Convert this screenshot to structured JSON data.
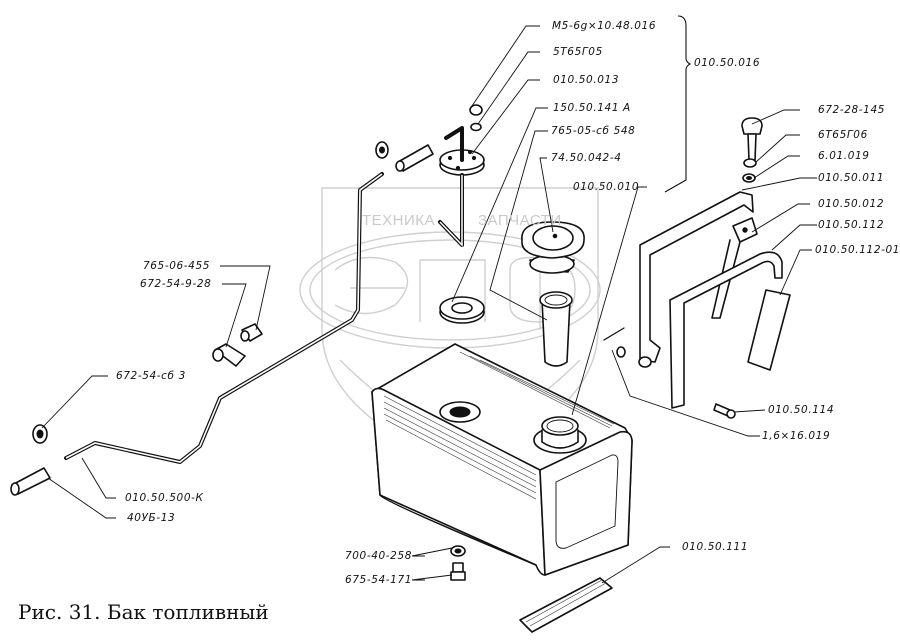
{
  "figure": {
    "caption": "Рис. 31. Бак топливный",
    "watermark": {
      "left_text": "ТЕХНИКА",
      "right_text": "ЗАПЧАСТИ",
      "logo_letters": "ЭПФ"
    }
  },
  "group_bracket": {
    "label": "010.50.016",
    "covers": [
      "M5-6g×10.48.016",
      "5Т65Г05",
      "010.50.013"
    ]
  },
  "callouts": [
    {
      "id": "c1",
      "part_number": "M5-6g×10.48.016",
      "part": "screw"
    },
    {
      "id": "c2",
      "part_number": "5Т65Г05",
      "part": "spring washer"
    },
    {
      "id": "c3",
      "part_number": "010.50.013",
      "part": "fuel intake tube flange"
    },
    {
      "id": "c4",
      "part_number": "150.50.141 А",
      "part": "gasket"
    },
    {
      "id": "c5",
      "part_number": "765-05-сб 548",
      "part": "filler neck"
    },
    {
      "id": "c6",
      "part_number": "74.50.042-4",
      "part": "filler cap"
    },
    {
      "id": "c7",
      "part_number": "010.50.010",
      "part": "fuel tank"
    },
    {
      "id": "c8",
      "part_number": "672-28-145",
      "part": "bolt"
    },
    {
      "id": "c9",
      "part_number": "6Т65Г06",
      "part": "spring washer"
    },
    {
      "id": "c10",
      "part_number": "6.01.019",
      "part": "washer"
    },
    {
      "id": "c11",
      "part_number": "010.50.011",
      "part": "tank strap"
    },
    {
      "id": "c12",
      "part_number": "010.50.012",
      "part": "strap bracket"
    },
    {
      "id": "c13",
      "part_number": "010.50.112",
      "part": "strap"
    },
    {
      "id": "c14",
      "part_number": "010.50.112-01",
      "part": "strap pad"
    },
    {
      "id": "c15",
      "part_number": "010.50.114",
      "part": "pin"
    },
    {
      "id": "c16",
      "part_number": "1,6×16.019",
      "part": "cotter pin"
    },
    {
      "id": "c17",
      "part_number": "010.50.111",
      "part": "pad"
    },
    {
      "id": "c18",
      "part_number": "700-40-258",
      "part": "gasket"
    },
    {
      "id": "c19",
      "part_number": "675-54-171",
      "part": "drain plug"
    },
    {
      "id": "c20",
      "part_number": "765-06-455",
      "part": "hose"
    },
    {
      "id": "c21",
      "part_number": "672-54-9-28",
      "part": "clamp"
    },
    {
      "id": "c22",
      "part_number": "672-54-сб 3",
      "part": "grommet"
    },
    {
      "id": "c23",
      "part_number": "010.50.500-К",
      "part": "fuel line"
    },
    {
      "id": "c24",
      "part_number": "40УБ-13",
      "part": "hose"
    }
  ]
}
